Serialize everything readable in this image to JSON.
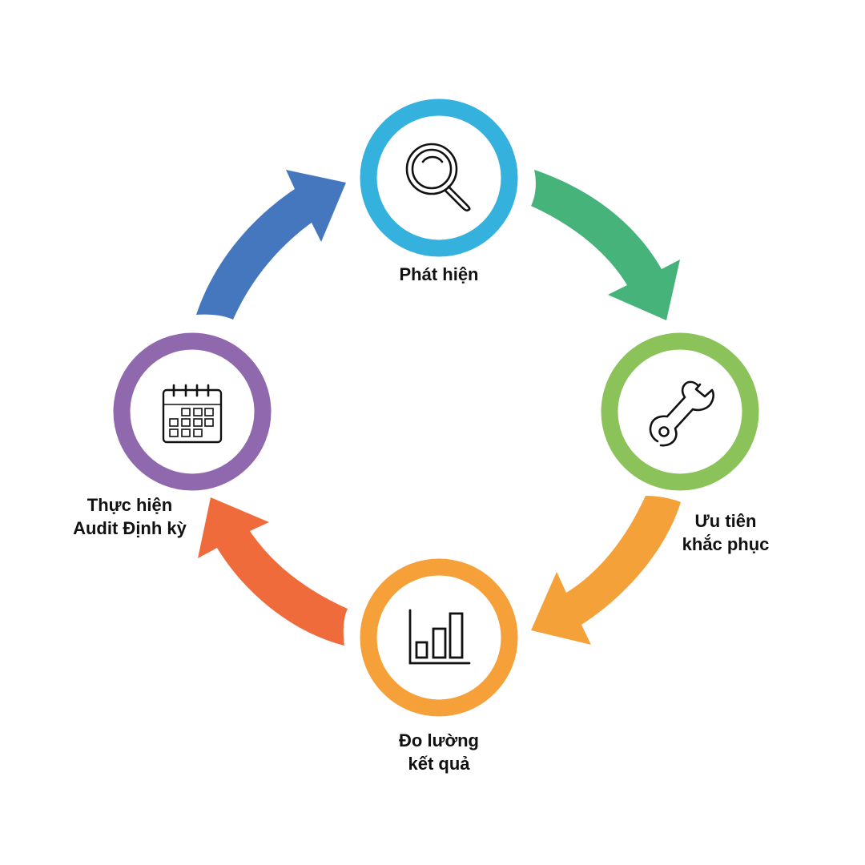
{
  "diagram": {
    "type": "cycle",
    "steps": [
      {
        "id": "detect",
        "lines": [
          "Phát hiện"
        ],
        "icon": "magnifier-icon",
        "color": "#35B1DE"
      },
      {
        "id": "fix",
        "lines": [
          "Ưu tiên",
          "khắc phục"
        ],
        "icon": "wrench-icon",
        "color": "#8BC35A"
      },
      {
        "id": "measure",
        "lines": [
          "Đo lường",
          "kết quả"
        ],
        "icon": "bar-chart-icon",
        "color": "#F6A03A"
      },
      {
        "id": "audit",
        "lines": [
          "Thực hiện",
          "Audit Định kỳ"
        ],
        "icon": "calendar-icon",
        "color": "#8F68AE"
      }
    ],
    "arrows": [
      {
        "from": "detect",
        "to": "fix",
        "color": "#45B37A"
      },
      {
        "from": "fix",
        "to": "measure",
        "color": "#F5A139"
      },
      {
        "from": "measure",
        "to": "audit",
        "color": "#F06B3C"
      },
      {
        "from": "audit",
        "to": "detect",
        "color": "#4577BF"
      }
    ]
  }
}
